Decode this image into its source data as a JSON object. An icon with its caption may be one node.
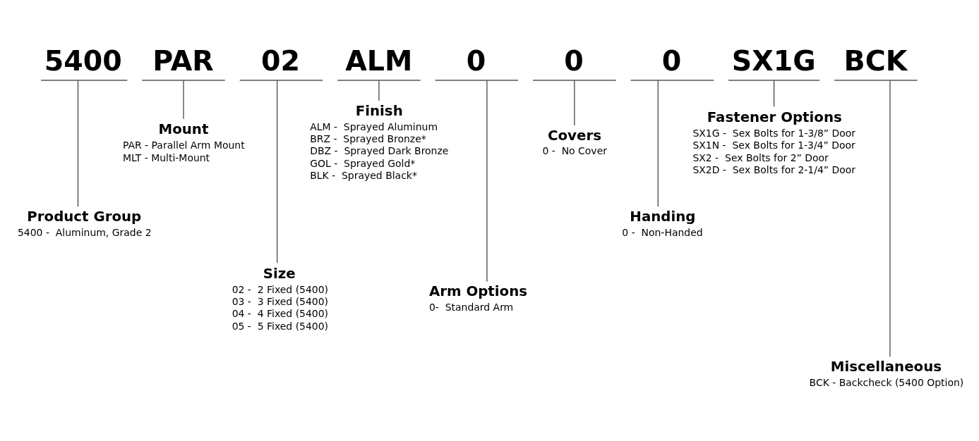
{
  "diagram": {
    "nodes": [
      {
        "text": [
          "5400"
        ]
      },
      {
        "text": [
          "PAR"
        ]
      },
      {
        "text": [
          "02"
        ]
      },
      {
        "text": [
          "ALM"
        ]
      },
      {
        "text": [
          "0"
        ]
      },
      {
        "text": [
          "0"
        ]
      },
      {
        "text": [
          "0"
        ]
      },
      {
        "text": [
          "SX1G"
        ]
      },
      {
        "text": [
          "BCK"
        ]
      },
      {
        "text": [
          "Product Group",
          "5400 -  Aluminum, Grade 2"
        ]
      },
      {
        "text": [
          "Mount",
          "PAR - Parallel Arm Mount",
          "MLT - Multi-Mount"
        ]
      },
      {
        "text": [
          "Size",
          "02 -  2 Fixed (5400)",
          "03 -  3 Fixed (5400)",
          "04 -  4 Fixed (5400)",
          "05 -  5 Fixed (5400)"
        ]
      },
      {
        "text": [
          "Finish",
          "ALM -  Sprayed Aluminum",
          "BRZ -  Sprayed Bronze*",
          "DBZ -  Sprayed Dark Bronze",
          "GOL -  Sprayed Gold*",
          "BLK -  Sprayed Black*"
        ]
      },
      {
        "text": [
          "Arm Options",
          "0-  Standard Arm"
        ]
      },
      {
        "text": [
          "Covers",
          "0 -  No Cover"
        ]
      },
      {
        "text": [
          "Handing",
          "0 -  Non-Handed"
        ]
      },
      {
        "text": [
          "Fastener Options",
          "SX1G -  Sex Bolts for 1-3/8” Door",
          "SX1N -  Sex Bolts for 1-3/4” Door",
          "SX2 -  Sex Bolts for 2” Door",
          "SX2D -  Sex Bolts for 2-1/4” Door"
        ]
      },
      {
        "text": [
          "Miscellaneous",
          "BCK - Backcheck (5400 Option)"
        ]
      }
    ],
    "edges": [
      {
        "from": 0,
        "to": 9,
        "arrow": "none"
      },
      {
        "from": 1,
        "to": 10,
        "arrow": "none"
      },
      {
        "from": 2,
        "to": 11,
        "arrow": "none"
      },
      {
        "from": 3,
        "to": 12,
        "arrow": "none"
      },
      {
        "from": 4,
        "to": 13,
        "arrow": "none"
      },
      {
        "from": 5,
        "to": 14,
        "arrow": "none"
      },
      {
        "from": 6,
        "to": 15,
        "arrow": "none"
      },
      {
        "from": 7,
        "to": 16,
        "arrow": "none"
      },
      {
        "from": 8,
        "to": 17,
        "arrow": "none"
      }
    ]
  }
}
